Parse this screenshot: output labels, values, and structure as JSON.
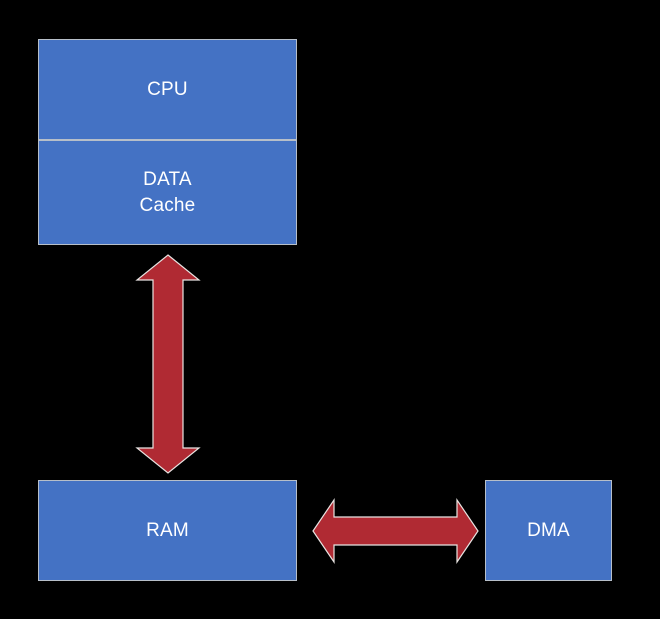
{
  "diagram": {
    "title": "CPU / DATA Cache to RAM and DMA block diagram",
    "background_color": "#000000",
    "block_fill_color": "#4472C4",
    "block_border_color": "#B7BFC9",
    "block_text_color": "#FFFFFF",
    "arrow_fill_color": "#B02A33",
    "arrow_outline_color": "#E8E4E2",
    "blocks": [
      {
        "id": "cpu",
        "label": "CPU",
        "icon": "rectangle-block-icon"
      },
      {
        "id": "data-cache",
        "label": "DATA\nCache",
        "icon": "rectangle-block-icon"
      },
      {
        "id": "ram",
        "label": "RAM",
        "icon": "rectangle-block-icon"
      },
      {
        "id": "dma",
        "label": "DMA",
        "icon": "rectangle-block-icon"
      }
    ],
    "connectors": [
      {
        "id": "cache-ram-connector",
        "icon": "double-headed-arrow-vertical-icon",
        "orientation": "vertical",
        "from": "DATA Cache",
        "to": "RAM"
      },
      {
        "id": "ram-dma-connector",
        "icon": "double-headed-arrow-horizontal-icon",
        "orientation": "horizontal",
        "from": "RAM",
        "to": "DMA"
      }
    ]
  }
}
